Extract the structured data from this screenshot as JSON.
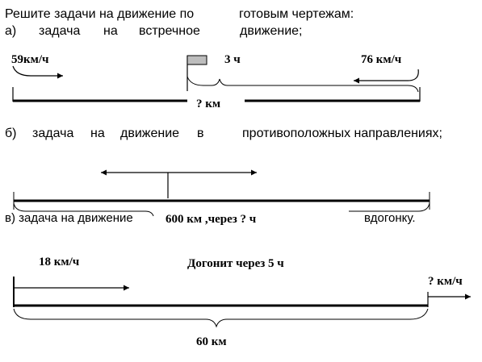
{
  "intro": {
    "part1": "Решите задачи на движение по",
    "part2": "готовым чертежам:"
  },
  "task_a": {
    "letter": "а)",
    "word1": "задача",
    "word2": "на",
    "word3": "встречное",
    "word4": "движение;",
    "speed_left": "59км/ч",
    "time": "3 ч",
    "speed_right": "76 км/ч",
    "distance": "? км"
  },
  "task_b": {
    "letter": "б)",
    "word1": "задача",
    "word2": "на",
    "word3": "движение",
    "word4": "в",
    "word5": "противоположных направлениях;",
    "distance": "600 км ,через ? ч"
  },
  "task_c": {
    "label_part1": "в) задача на движение",
    "label_part2": "вдогонку.",
    "speed_left": "18 км/ч",
    "catch_up": "Догонит через 5 ч",
    "speed_right": "? км/ч",
    "distance": "60 км"
  }
}
